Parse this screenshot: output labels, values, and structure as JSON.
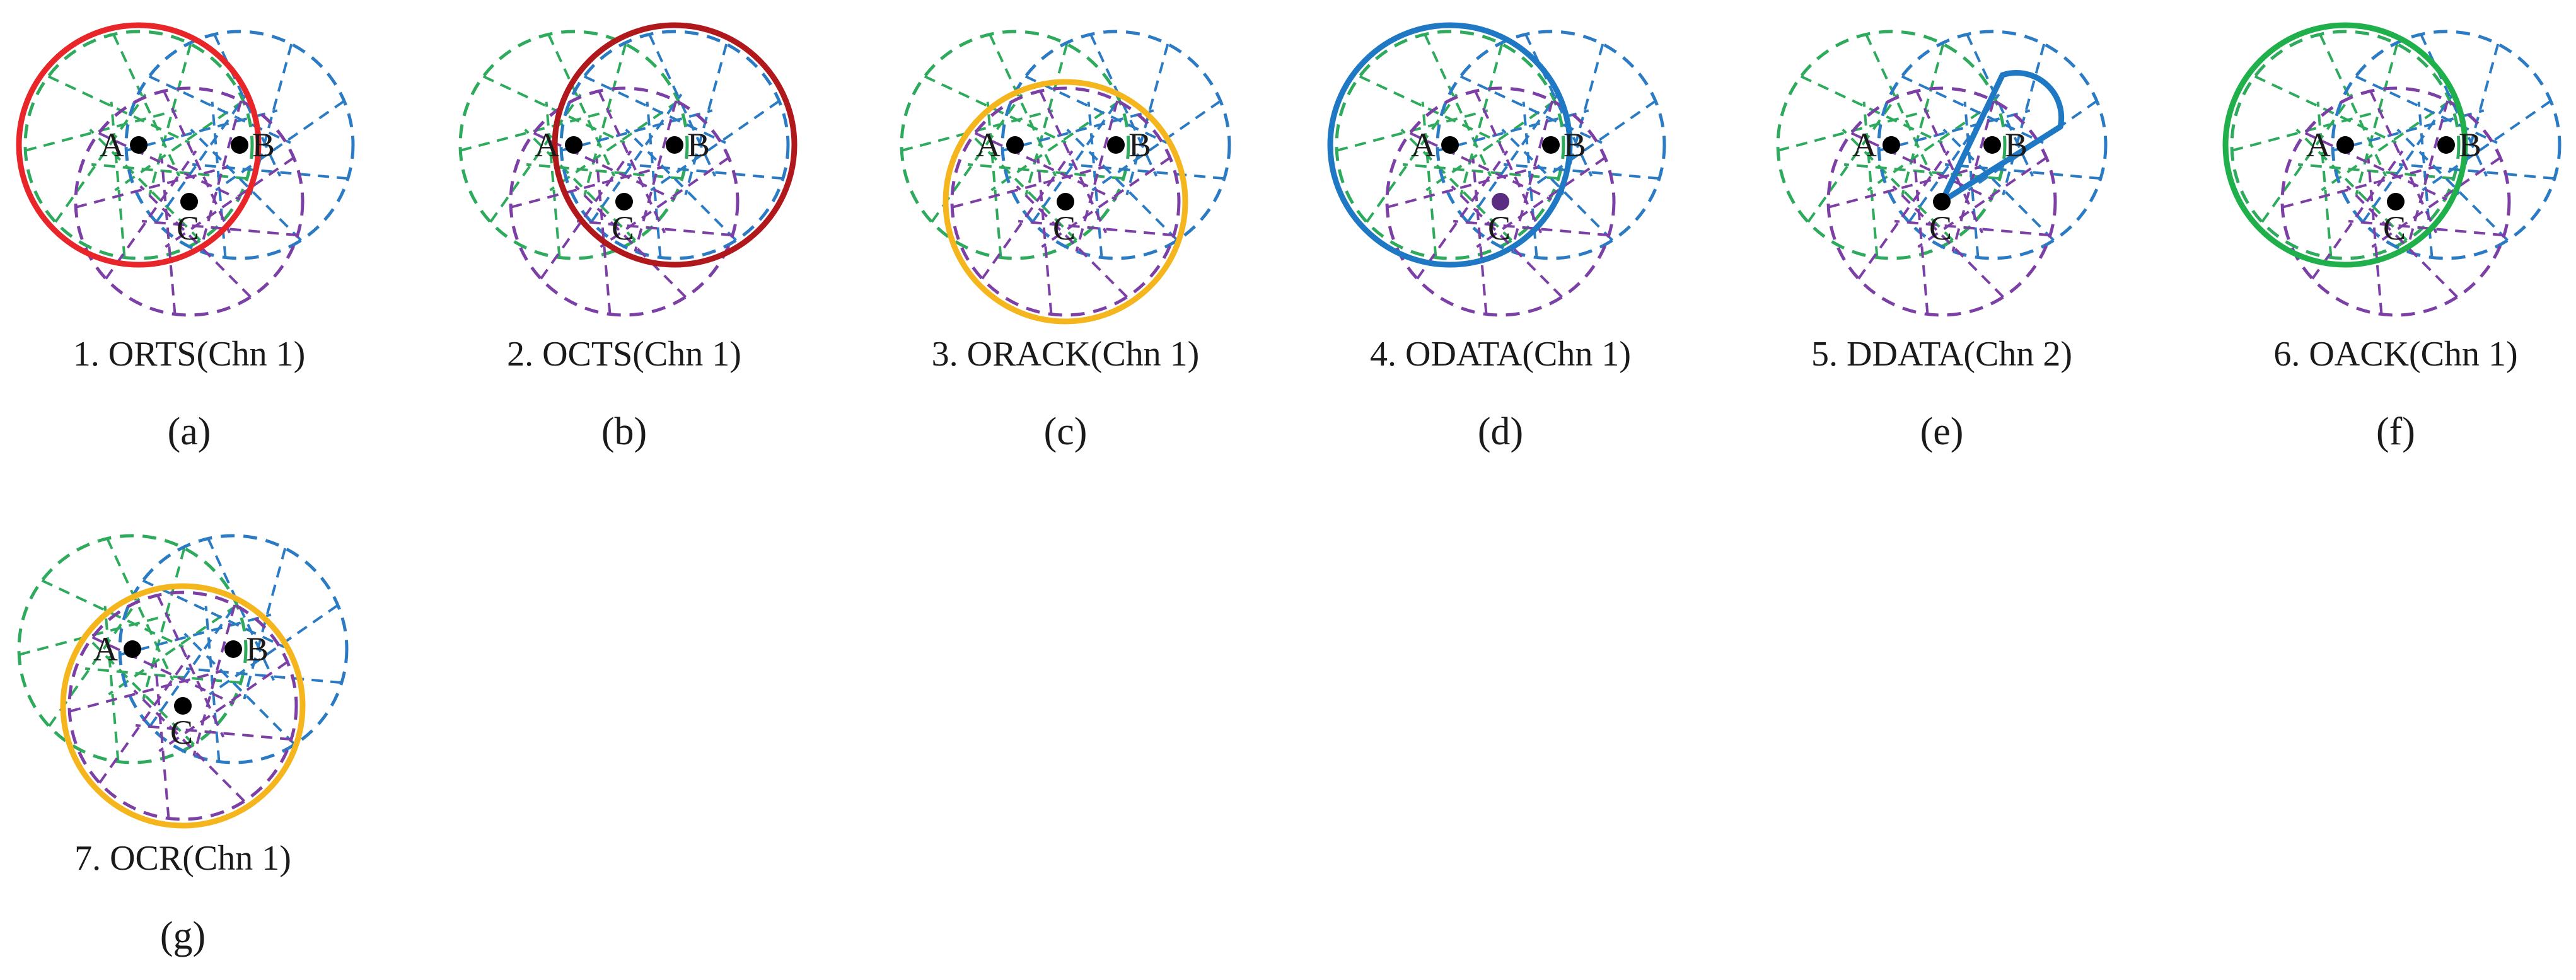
{
  "colors": {
    "range_a": "#2eaa5c",
    "range_b": "#2b7bc4",
    "range_c": "#7b3fa6",
    "node": "#000000",
    "node_highlight": "#5a2d82"
  },
  "panels": [
    {
      "letter": "(a)",
      "caption": "1. ORTS(Chn 1)",
      "nodes": {
        "a": "A",
        "b": "B",
        "c": "C"
      },
      "highlight": {
        "kind": "omni",
        "source": "A",
        "color": "#e8262a"
      }
    },
    {
      "letter": "(b)",
      "caption": "2. OCTS(Chn 1)",
      "nodes": {
        "a": "A",
        "b": "B",
        "c": "C"
      },
      "highlight": {
        "kind": "omni",
        "source": "B",
        "color": "#b0181c"
      }
    },
    {
      "letter": "(c)",
      "caption": "3. ORACK(Chn 1)",
      "nodes": {
        "a": "A",
        "b": "B",
        "c": "C"
      },
      "highlight": {
        "kind": "omni",
        "source": "C",
        "color": "#f5b51c"
      }
    },
    {
      "letter": "(d)",
      "caption": "4. ODATA(Chn 1)",
      "nodes": {
        "a": "A",
        "b": "B",
        "c": "C"
      },
      "highlight": {
        "kind": "omni",
        "source": "A",
        "color": "#1f78c4"
      }
    },
    {
      "letter": "(e)",
      "caption": "5. DDATA(Chn 2)",
      "nodes": {
        "a": "A",
        "b": "B",
        "c": "C"
      },
      "highlight": {
        "kind": "directional",
        "source": "C",
        "target": "B",
        "color": "#1f78c4"
      }
    },
    {
      "letter": "(f)",
      "caption": "6. OACK(Chn 1)",
      "nodes": {
        "a": "A",
        "b": "B",
        "c": "C"
      },
      "highlight": {
        "kind": "omni",
        "source": "A",
        "color": "#1fb04b"
      }
    },
    {
      "letter": "(g)",
      "caption": "7. OCR(Chn 1)",
      "nodes": {
        "a": "A",
        "b": "B",
        "c": "C"
      },
      "highlight": {
        "kind": "omni",
        "source": "C",
        "color": "#f5b51c"
      }
    }
  ]
}
